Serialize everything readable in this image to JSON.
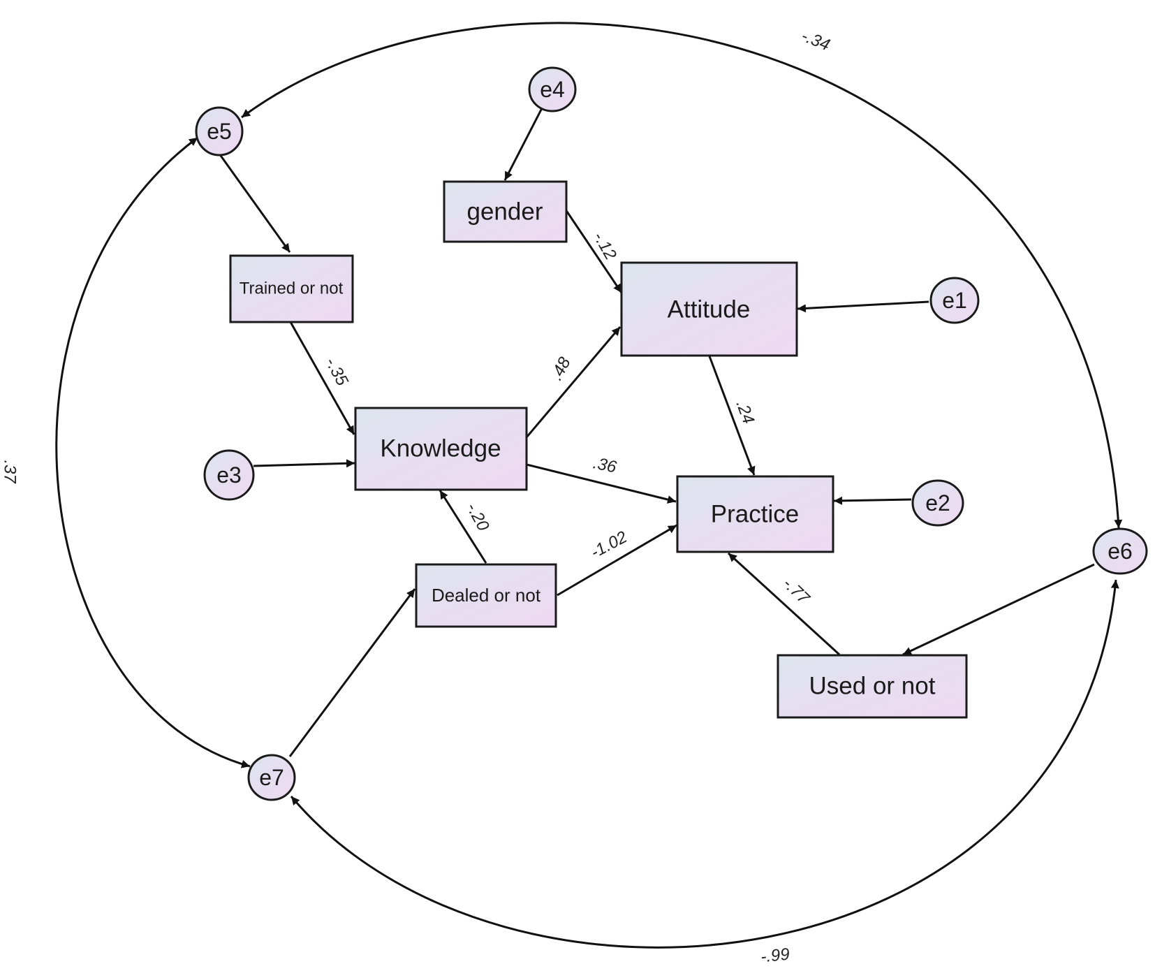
{
  "colors": {
    "box_fill_start": "#dde4ee",
    "box_fill_end": "#efd9f2",
    "stroke": "#1a1a1a",
    "label": "#1a1a1a"
  },
  "nodes": {
    "e4": "e4",
    "e5": "e5",
    "e1": "e1",
    "e3": "e3",
    "e2": "e2",
    "e6": "e6",
    "e7": "e7",
    "gender": "gender",
    "trained": "Trained or not",
    "attitude": "Attitude",
    "knowledge": "Knowledge",
    "practice": "Practice",
    "dealed": "Dealed or not",
    "used": "Used or not"
  },
  "coefficients": {
    "gender_attitude": "-.12",
    "trained_knowledge": "-.35",
    "knowledge_attitude": ".48",
    "attitude_practice": ".24",
    "knowledge_practice": ".36",
    "dealed_knowledge": "-.20",
    "dealed_practice": "-1.02",
    "used_practice": "-.77",
    "e5_e6": "-.34",
    "e5_e7": ".37",
    "e7_e6": "-.99"
  }
}
